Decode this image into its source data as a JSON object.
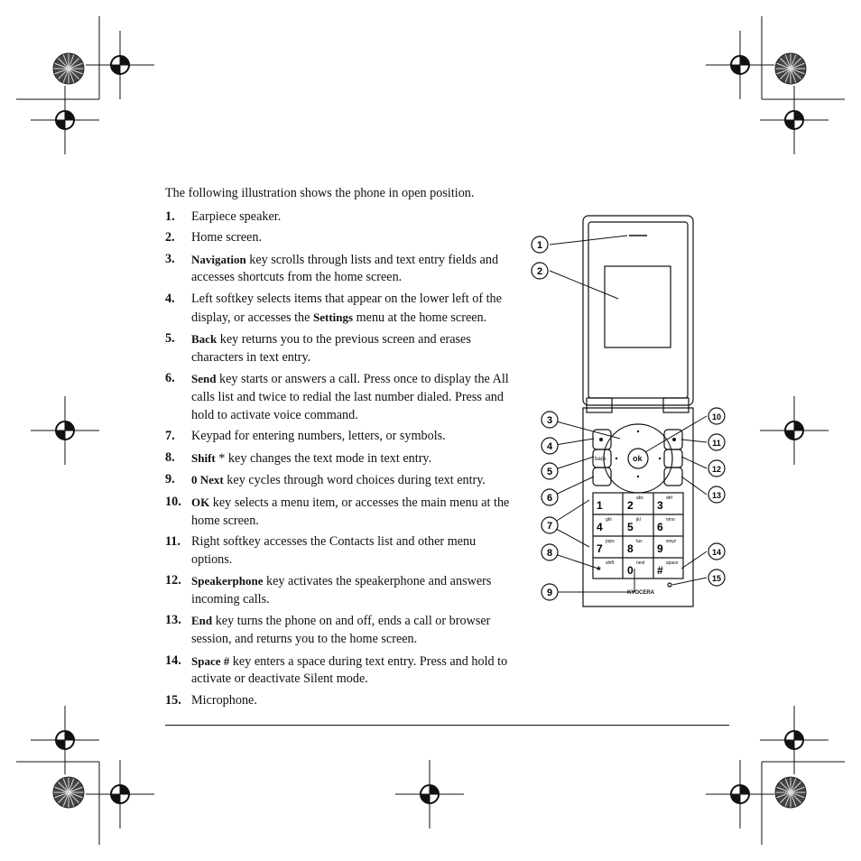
{
  "intro": "The following illustration shows the phone in open position.",
  "items": [
    {
      "num": "1.",
      "bold": "",
      "text": "Earpiece speaker."
    },
    {
      "num": "2.",
      "bold": "",
      "text": "Home screen."
    },
    {
      "num": "3.",
      "bold": "Navigation",
      "text": " key scrolls through lists and text entry fields and accesses shortcuts from the home screen."
    },
    {
      "num": "4.",
      "bold": "",
      "text": "Left softkey selects items that appear on the lower left of the display, or accesses the ",
      "bold2": "Settings",
      "text2": " menu at the home screen."
    },
    {
      "num": "5.",
      "bold": "Back",
      "text": " key returns you to the previous screen and erases characters in text entry."
    },
    {
      "num": "6.",
      "bold": "Send",
      "text": " key starts or answers a call. Press once to display the All calls list and twice to redial the last number dialed. Press and hold to activate voice command."
    },
    {
      "num": "7.",
      "bold": "",
      "text": "Keypad for entering numbers, letters, or symbols."
    },
    {
      "num": "8.",
      "bold": "Shift",
      "text": " * key changes the text mode in text entry."
    },
    {
      "num": "9.",
      "bold": "0 Next",
      "text": " key cycles through word choices during text entry."
    },
    {
      "num": "10.",
      "bold": "OK",
      "text": " key selects a menu item, or accesses the main menu at the home screen."
    },
    {
      "num": "11.",
      "bold": "",
      "text": "Right softkey accesses the Contacts list and other menu options."
    },
    {
      "num": "12.",
      "bold": "Speakerphone",
      "text": " key activates the speakerphone and answers incoming calls."
    },
    {
      "num": "13.",
      "bold": "End",
      "text": " key turns the phone on and off, ends a call or browser session, and returns you to the home screen."
    },
    {
      "num": "14.",
      "bold": "Space #",
      "text": " key enters a space during text entry. Press and hold to activate or deactivate Silent mode."
    },
    {
      "num": "15.",
      "bold": "",
      "text": "Microphone."
    }
  ],
  "phone": {
    "callouts": [
      "1",
      "2",
      "3",
      "4",
      "5",
      "6",
      "7",
      "8",
      "9",
      "10",
      "11",
      "12",
      "13",
      "14",
      "15"
    ],
    "keys": [
      {
        "digit": "1",
        "letters": ""
      },
      {
        "digit": "2",
        "letters": "abc"
      },
      {
        "digit": "3",
        "letters": "def"
      },
      {
        "digit": "4",
        "letters": "ghi"
      },
      {
        "digit": "5",
        "letters": "jkl"
      },
      {
        "digit": "6",
        "letters": "mno"
      },
      {
        "digit": "7",
        "letters": "pqrs"
      },
      {
        "digit": "8",
        "letters": "tuv"
      },
      {
        "digit": "9",
        "letters": "wxyz"
      },
      {
        "digit": "*",
        "letters": "shift"
      },
      {
        "digit": "0",
        "letters": "next"
      },
      {
        "digit": "#",
        "letters": "space"
      }
    ],
    "ok_label": "ok",
    "back_label": "back",
    "brand": "KYOCERA"
  }
}
